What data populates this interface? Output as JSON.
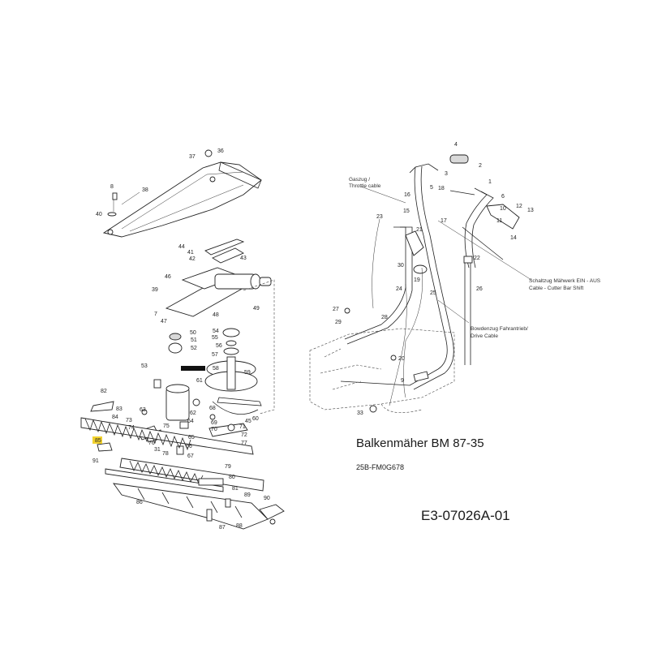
{
  "diagram": {
    "title": "Balkenmäher BM 87-35",
    "model_code": "25B-FM0G678",
    "reference": "E3-07026A-01",
    "annotations": {
      "throttle": [
        "Gaszug /",
        "Throttle cable"
      ],
      "cutter_shift": [
        "Schaltzug Mähwerk EIN - AUS",
        "Cable - Cutter Bar Shift"
      ],
      "drive": [
        "Bowdenzug Fahrantrieb/",
        "Drive Cable"
      ]
    },
    "labels": [
      "1",
      "2",
      "3",
      "4",
      "5",
      "6",
      "7",
      "8",
      "9",
      "10",
      "11",
      "12",
      "13",
      "14",
      "15",
      "16",
      "17",
      "18",
      "19",
      "20",
      "21",
      "22",
      "23",
      "24",
      "25",
      "26",
      "27",
      "28",
      "29",
      "30",
      "31",
      "33",
      "36",
      "37",
      "38",
      "39",
      "40",
      "41",
      "42",
      "43",
      "44",
      "45",
      "46",
      "47",
      "48",
      "49",
      "50",
      "51",
      "52",
      "53",
      "54",
      "55",
      "56",
      "57",
      "58",
      "59",
      "60",
      "61",
      "62",
      "63",
      "64",
      "65",
      "66",
      "67",
      "68",
      "69",
      "70",
      "71",
      "72",
      "73",
      "74",
      "75",
      "76",
      "77",
      "78",
      "79",
      "80",
      "81",
      "82",
      "83",
      "84",
      "85",
      "86",
      "87",
      "88",
      "89",
      "90",
      "91"
    ],
    "highlight_color": "#f2d22e"
  }
}
